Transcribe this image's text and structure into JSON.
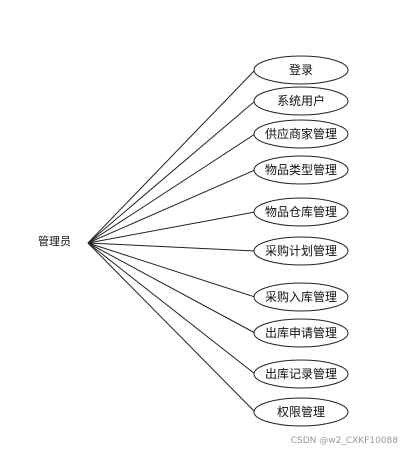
{
  "actor": {
    "label": "管理员"
  },
  "use_cases": [
    {
      "label": "登录"
    },
    {
      "label": "系统用户"
    },
    {
      "label": "供应商家管理"
    },
    {
      "label": "物品类型管理"
    },
    {
      "label": "物品仓库管理"
    },
    {
      "label": "采购计划管理"
    },
    {
      "label": "采购入库管理"
    },
    {
      "label": "出库申请管理"
    },
    {
      "label": "出库记录管理"
    },
    {
      "label": "权限管理"
    }
  ],
  "watermark": "CSDN @w2_CXKF10088",
  "colors": {
    "stroke": "#222222",
    "text": "#111111",
    "watermark": "#9a9a9a"
  }
}
